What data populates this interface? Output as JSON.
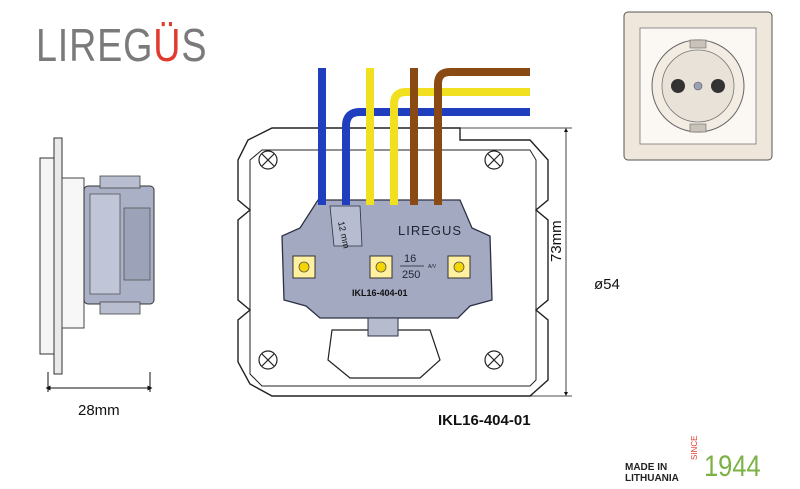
{
  "brand": {
    "name_prefix": "LIREG",
    "name_accent": "Ü",
    "name_suffix": "S",
    "accent_color": "#e13a2e"
  },
  "dimensions": {
    "depth": "28mm",
    "height": "73mm",
    "diameter": "ø54",
    "inner": "12 mm"
  },
  "product": {
    "code": "IKL16-404-01",
    "housing_brand": "LIREGUS",
    "rating_top": "16",
    "rating_bottom": "250",
    "rating_unit": "A/V"
  },
  "footer": {
    "made_line1": "MADE IN",
    "made_line2": "LITHUANIA",
    "since": "SINCE",
    "year": "1944"
  },
  "colors": {
    "wire_blue": "#1f3fbf",
    "wire_yellow": "#f0e020",
    "wire_brown": "#8a4a14",
    "housing": "#9aa0b6",
    "frame": "#ffffff",
    "year": "#7bb244"
  }
}
